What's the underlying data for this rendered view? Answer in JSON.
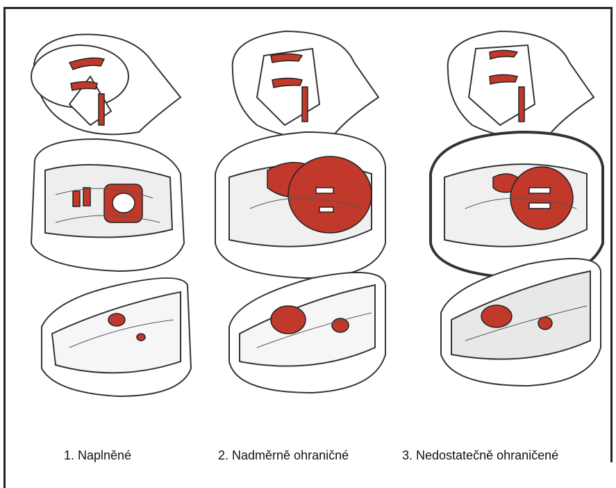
{
  "captions": [
    "1. Naplněné",
    "2. Nadměrně ohraničné",
    "3. Nedostatečně ohraničené"
  ],
  "colors": {
    "accent_red": "#c0392b",
    "line": "#333333",
    "shade": "#555555"
  }
}
